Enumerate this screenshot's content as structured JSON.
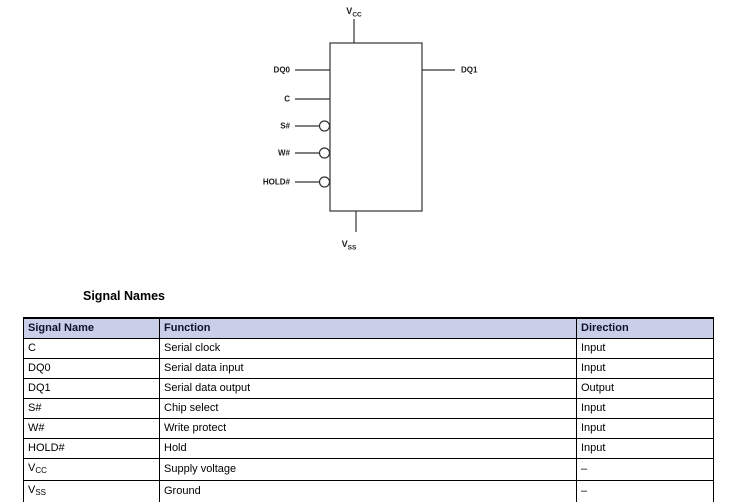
{
  "colors": {
    "header_bg": "#c9cfe7",
    "header_text": "#10102e",
    "diagram_line": "#333333",
    "table_border": "#000000"
  },
  "diagram": {
    "power_top": {
      "base": "V",
      "sub": "CC"
    },
    "power_bottom": {
      "base": "V",
      "sub": "SS"
    },
    "left_pins": [
      {
        "label": "DQ0"
      },
      {
        "label": "C"
      },
      {
        "label": "S#"
      },
      {
        "label": "W#"
      },
      {
        "label": "HOLD#"
      }
    ],
    "right_pin": {
      "label": "DQ1"
    }
  },
  "section_heading": "Signal Names",
  "table": {
    "headers": [
      "Signal Name",
      "Function",
      "Direction"
    ],
    "rows": [
      {
        "signal": "C",
        "function": "Serial clock",
        "direction": "Input"
      },
      {
        "signal": "DQ0",
        "function": "Serial data input",
        "direction": "Input"
      },
      {
        "signal": "DQ1",
        "function": "Serial data output",
        "direction": "Output"
      },
      {
        "signal": "S#",
        "function": "Chip select",
        "direction": "Input"
      },
      {
        "signal": "W#",
        "function": "Write protect",
        "direction": "Input"
      },
      {
        "signal": "HOLD#",
        "function": "Hold",
        "direction": "Input"
      },
      {
        "signal_base": "V",
        "signal_sub": "CC",
        "function": "Supply voltage",
        "direction": "–"
      },
      {
        "signal_base": "V",
        "signal_sub": "SS",
        "function": "Ground",
        "direction": "–"
      }
    ]
  }
}
